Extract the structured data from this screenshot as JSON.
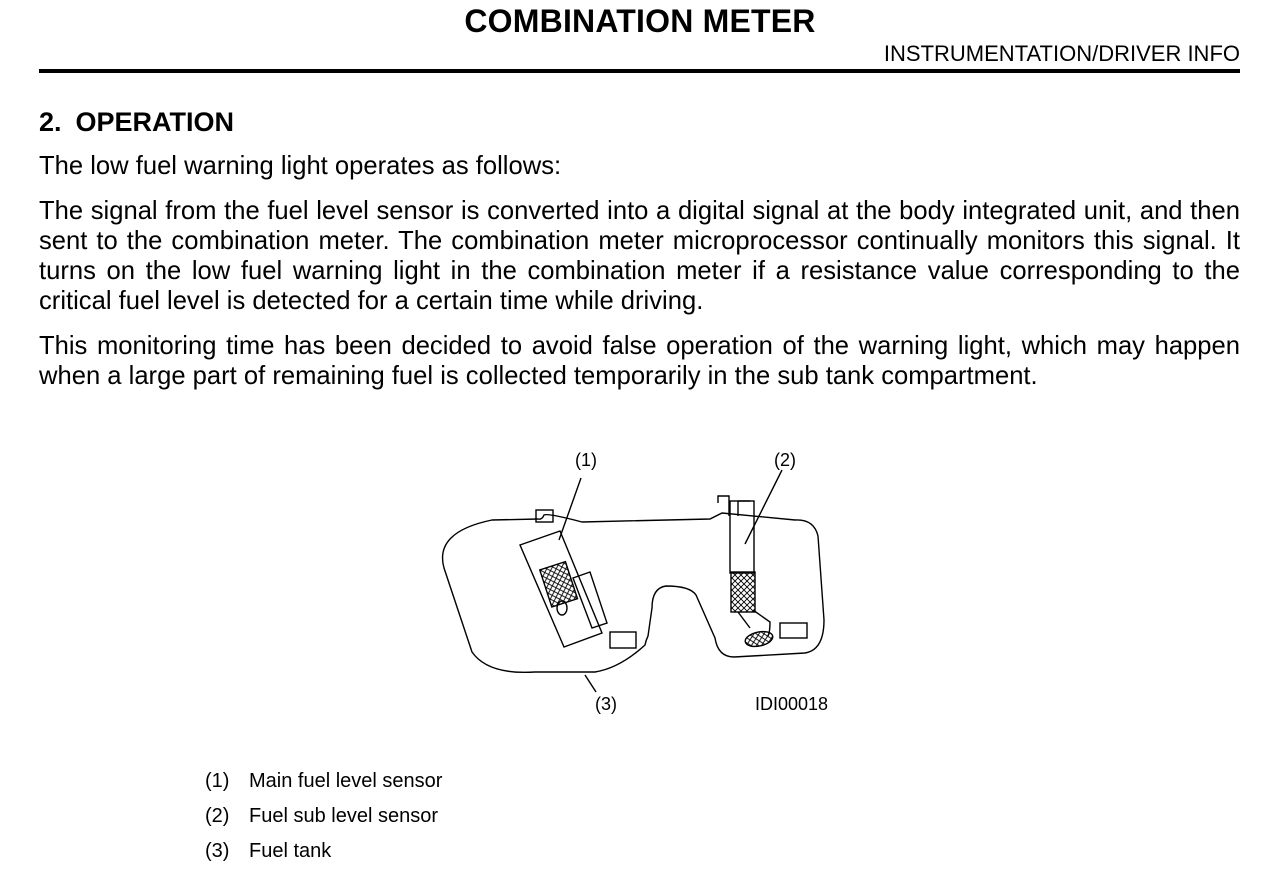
{
  "header": {
    "title": "COMBINATION METER",
    "section": "INSTRUMENTATION/DRIVER INFO"
  },
  "section": {
    "number": "2.",
    "heading": "OPERATION"
  },
  "paragraphs": [
    "The low fuel warning light operates as follows:",
    "The signal from the fuel level sensor is converted into a digital signal at the body integrated unit, and then sent to the combination meter. The combination meter microprocessor continually monitors this signal. It turns on the low fuel warning light in the combination meter if a resistance value cor­responding to the critical fuel level is detected for a certain time while driving.",
    "This monitoring time has been decided to avoid false operation of the warning light, which may hap­pen when a large part of remaining fuel is collected temporarily in the sub tank compartment."
  ],
  "figure": {
    "labels": [
      "(1)",
      "(2)",
      "(3)"
    ],
    "code": "IDI00018"
  },
  "legend": [
    {
      "num": "(1)",
      "text": "Main fuel level sensor"
    },
    {
      "num": "(2)",
      "text": "Fuel sub level sensor"
    },
    {
      "num": "(3)",
      "text": "Fuel tank"
    }
  ]
}
